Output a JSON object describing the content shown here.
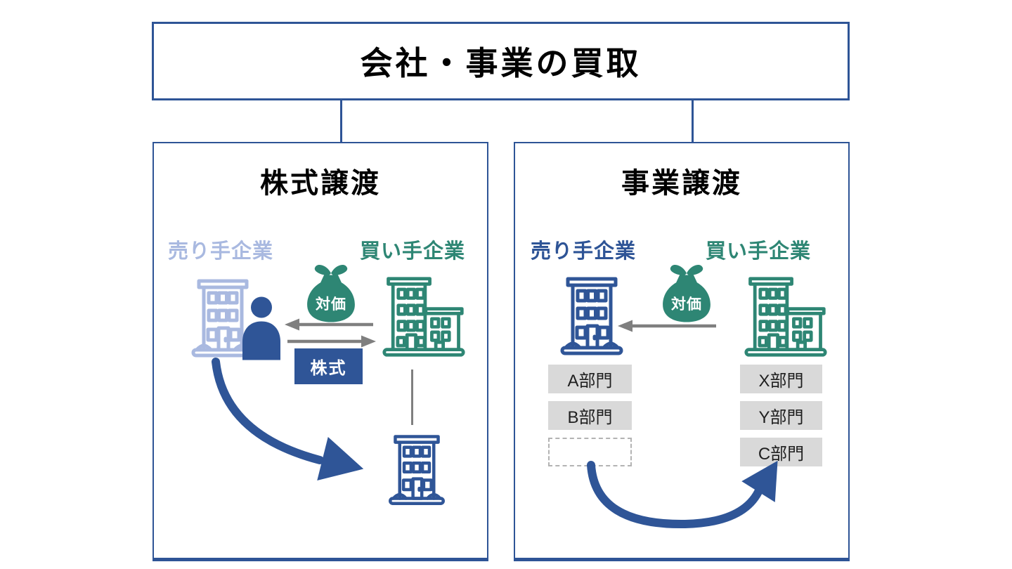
{
  "header": {
    "title": "会社・事業の買取"
  },
  "stock_panel": {
    "title": "株式譲渡",
    "seller_label": "売り手企業",
    "buyer_label": "買い手企業",
    "money_bag_label": "対価",
    "stock_box_label": "株式"
  },
  "business_panel": {
    "title": "事業譲渡",
    "seller_label": "売り手企業",
    "buyer_label": "買い手企業",
    "money_bag_label": "対価",
    "seller_divisions": [
      "A部門",
      "B部門"
    ],
    "buyer_divisions": [
      "X部門",
      "Y部門",
      "C部門"
    ]
  },
  "colors": {
    "dark_blue": "#2f5597",
    "border_blue": "#2e5496",
    "teal": "#2e8674",
    "light_periwinkle": "#a9b9e0",
    "arrow_gray": "#7f7f7f",
    "division_box_gray": "#d9d9d9"
  }
}
